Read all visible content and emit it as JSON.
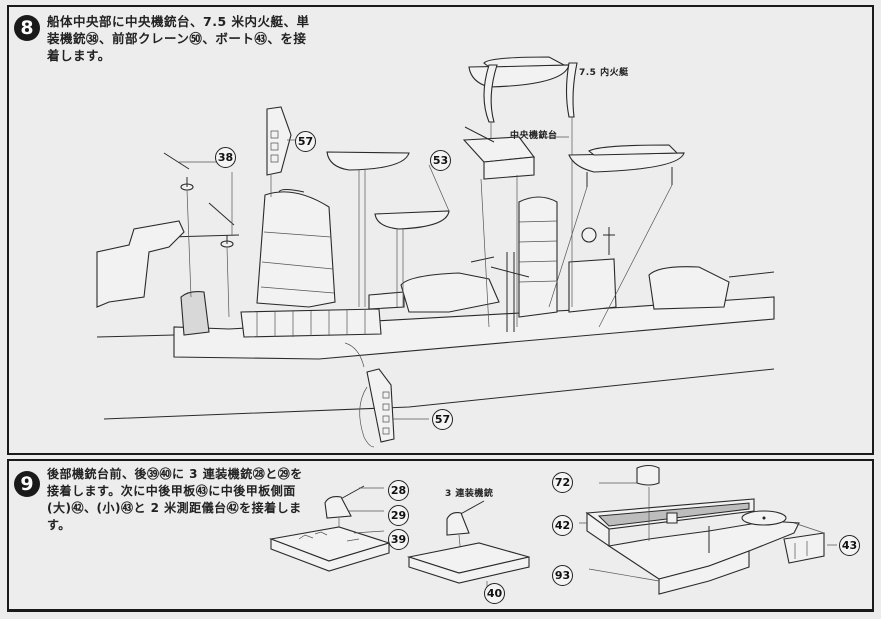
{
  "step8": {
    "number": "8",
    "instruction_lines": [
      "船体中央部に中央機銃台、7.5 米内火艇、単",
      "装機銃㊳、前部クレーン㊿、ボート㊸、を接",
      "着します。"
    ],
    "labels": {
      "motor_boat": "7.5 内火艇",
      "center_gun_platform": "中央機銃台"
    },
    "callouts": {
      "gun_single": "38",
      "crane_top": "57",
      "boat": "53",
      "crane_bottom": "57"
    }
  },
  "step9": {
    "number": "9",
    "instruction_lines": [
      "後部機銃台前、後㊴㊵に 3 連装機銃㉘と㉙を",
      "接着します。次に中後甲板㊸に中後甲板側面",
      "(大)㊷、(小)㊸と 2 米測距儀台㊷を接着しま",
      "す。"
    ],
    "labels": {
      "triple_mg": "3 連装機銃"
    },
    "callouts": {
      "mg_barrel": "28",
      "mg_mount": "29",
      "platform_front": "39",
      "platform_rear": "40",
      "rangefinder_base": "72",
      "deck_side_large": "42",
      "deck_side_small": "43",
      "rear_deck": "93"
    }
  }
}
